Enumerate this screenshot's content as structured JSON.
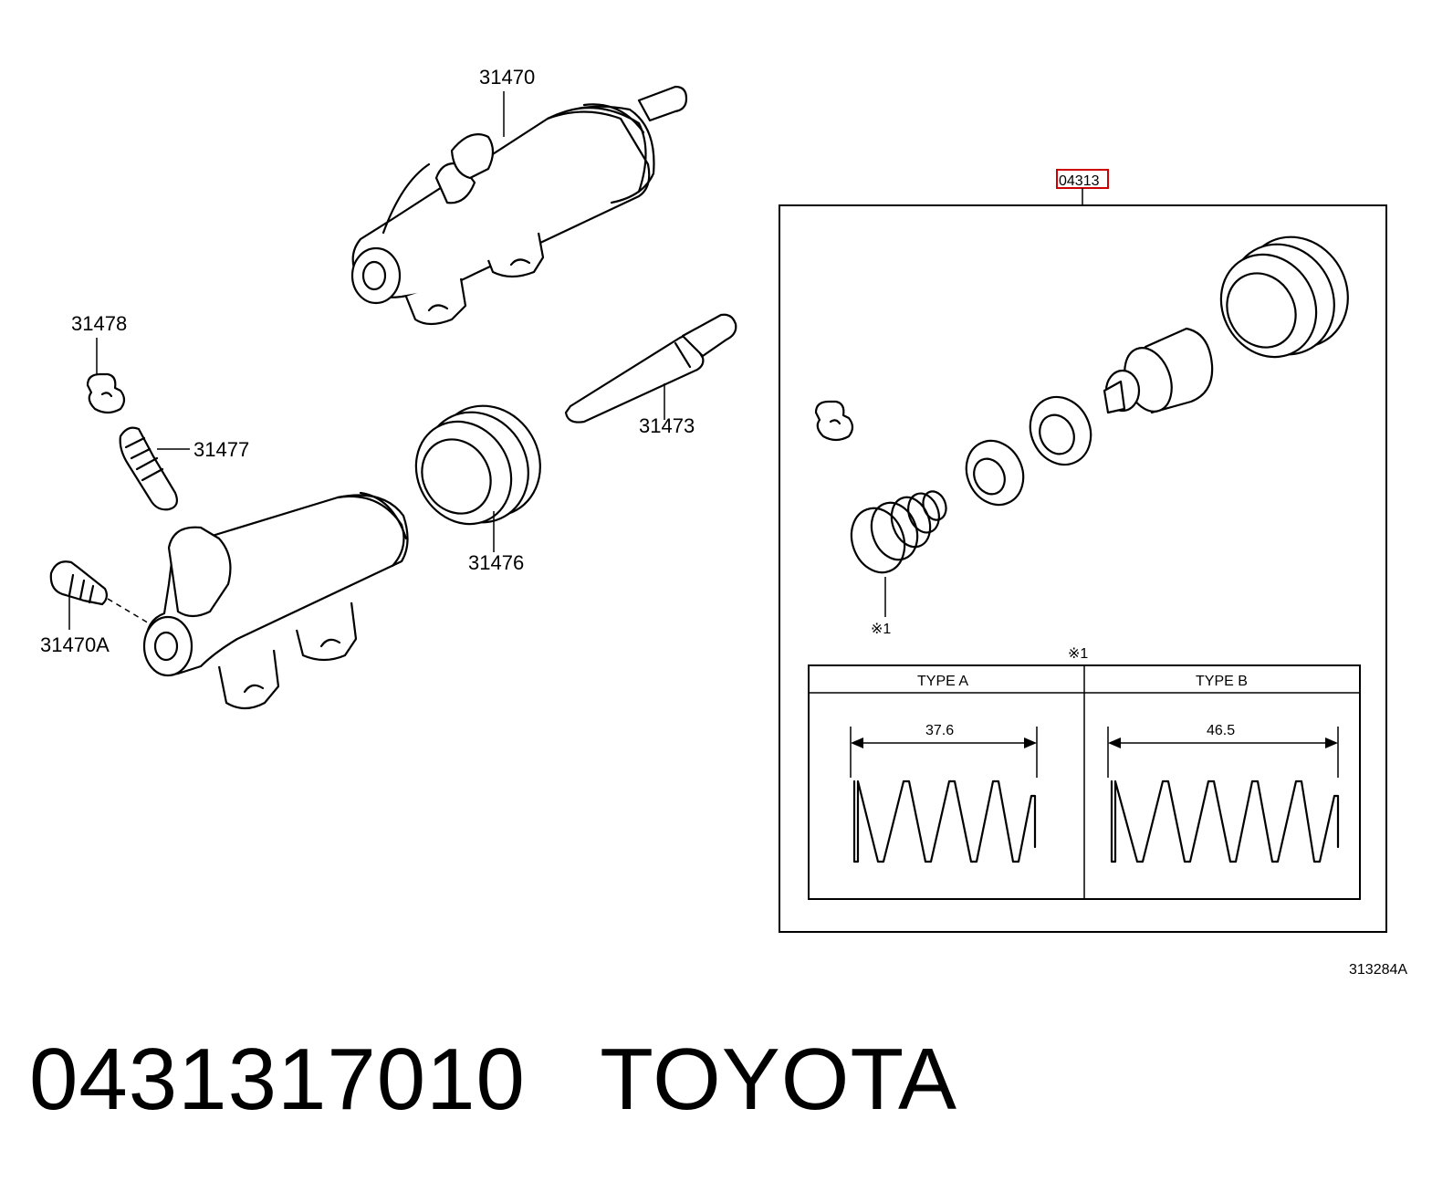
{
  "diagram": {
    "parts": [
      {
        "id": "31470",
        "label": "31470"
      },
      {
        "id": "31478",
        "label": "31478"
      },
      {
        "id": "31477",
        "label": "31477"
      },
      {
        "id": "31473",
        "label": "31473"
      },
      {
        "id": "31476",
        "label": "31476"
      },
      {
        "id": "31470A",
        "label": "31470A"
      }
    ],
    "kit": {
      "label": "04313",
      "note_mark": "※1",
      "table_mark": "※1"
    },
    "spring_table": {
      "type_a": {
        "header": "TYPE A",
        "dimension": "37.6"
      },
      "type_b": {
        "header": "TYPE B",
        "dimension": "46.5"
      }
    },
    "reference_code": "313284A",
    "highlight_color": "#cc0000"
  },
  "caption": {
    "part_number": "0431317010",
    "brand": "TOYOTA"
  }
}
